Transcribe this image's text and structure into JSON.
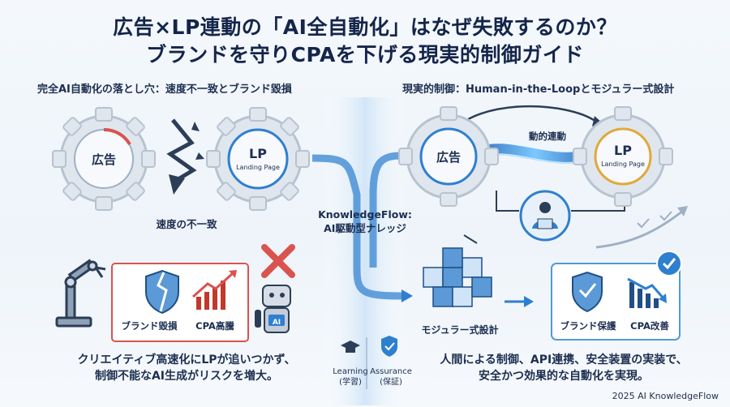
{
  "title": {
    "line1": "広告×LP連動の「AI全自動化」はなぜ失敗するのか？",
    "line2": "ブランドを守りCPAを下げる現実的制御ガイド"
  },
  "left": {
    "heading": "完全AI自動化の落とし穴：速度不一致とブランド毀損",
    "gear_ad": "広告",
    "gear_lp": "LP",
    "gear_lp_sub": "Landing Page",
    "mismatch": "速度の不一致",
    "brand_damage": "ブランド毀損",
    "cpa_up": "CPA高騰",
    "robot_label": "AI",
    "caption1": "クリエイティブ高速化にLPが追いつかず、",
    "caption2": "制御不能なAI生成がリスクを増大。"
  },
  "center": {
    "line1": "KnowledgeFlow:",
    "line2": "AI駆動型ナレッジ",
    "learning": "Learning",
    "learning_jp": "(学習)",
    "assurance": "Assurance",
    "assurance_jp": "(保証)"
  },
  "right": {
    "heading": "現実的制御：Human-in-the-Loopとモジュラー式設計",
    "gear_ad": "広告",
    "gear_lp": "LP",
    "gear_lp_sub": "Landing Page",
    "dynamic": "動的連動",
    "modular": "モジュラー式設計",
    "brand_protect": "ブランド保護",
    "cpa_improve": "CPA改善",
    "caption1": "人間による制御、API連携、安全装置の実装で、",
    "caption2": "安全かつ効果的な自動化を実現。"
  },
  "footer": "2025 AI KnowledgeFlow",
  "colors": {
    "navy": "#14254a",
    "blue": "#2f7fd0",
    "red": "#d9534f",
    "steel": "#c7d3e0"
  }
}
